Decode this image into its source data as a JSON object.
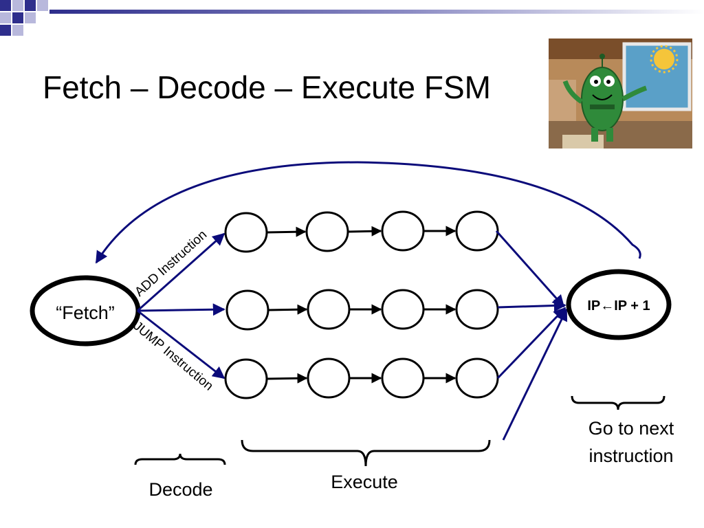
{
  "slide": {
    "title": "Fetch – Decode – Execute FSM"
  },
  "diagram": {
    "fetch_state_label": "“Fetch”",
    "increment_state_label": "IP←IP + 1",
    "add_edge_label": "ADD Instruction",
    "jump_edge_label": "JUMP Instruction",
    "decode_label": "Decode",
    "execute_label": "Execute",
    "next_label_line1": "Go to next",
    "next_label_line2": "instruction"
  },
  "colors": {
    "arrow": "#0b0b7a",
    "state_outline": "#000000",
    "header_accent_dark": "#2e2e8c",
    "header_accent_light": "#b8b8dc"
  },
  "picture": {
    "description_icon": "cartoon-character-icon"
  }
}
